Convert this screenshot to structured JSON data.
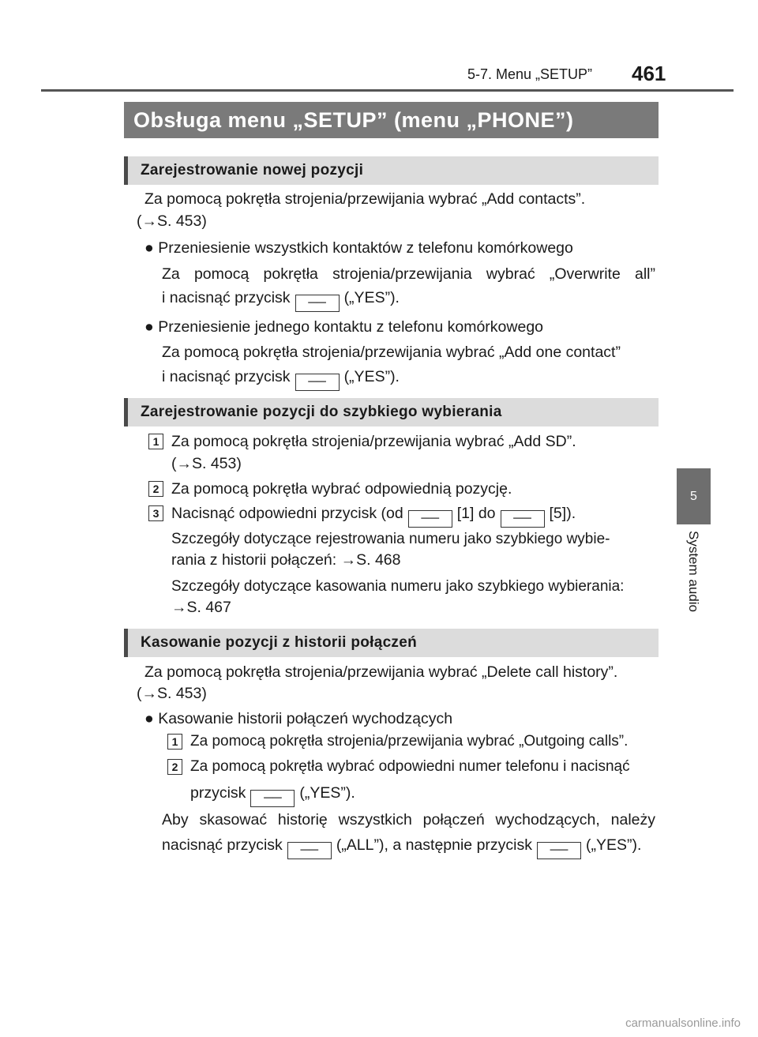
{
  "header": {
    "section": "5-7. Menu „SETUP”",
    "page_number": "461"
  },
  "title": "Obsługa menu „SETUP” (menu „PHONE”)",
  "side_tab": {
    "number": "5",
    "label": "System audio"
  },
  "button_symbol": "──",
  "sections": {
    "new_entry": {
      "heading": "Zarejestrowanie nowej pozycji",
      "intro": "Za pomocą pokrętła strojenia/przewijania wybrać „Add contacts”.",
      "ref": "(→S. 453)",
      "bullet1_title": "Przeniesienie wszystkich kontaktów z telefonu komórkowego",
      "bullet1_line1": "Za pomocą pokrętła strojenia/przewijania wybrać „Overwrite all”",
      "bullet1_line2a": "i nacisnąć przycisk",
      "bullet1_line2b": "(„YES”).",
      "bullet2_title": "Przeniesienie jednego kontaktu z telefonu komórkowego",
      "bullet2_line1": "Za pomocą pokrętła strojenia/przewijania wybrać „Add one contact”",
      "bullet2_line2a": "i nacisnąć przycisk",
      "bullet2_line2b": "(„YES”)."
    },
    "speed_dial": {
      "heading": "Zarejestrowanie pozycji do szybkiego wybierania",
      "step1": "Za pomocą pokrętła strojenia/przewijania wybrać „Add SD”.",
      "step1_ref": "(→S. 453)",
      "step2": "Za pomocą pokrętła wybrać odpowiednią pozycję.",
      "step3a": "Nacisnąć odpowiedni przycisk (od",
      "step3b": "[1] do",
      "step3c": "[5]).",
      "note1_line1": "Szczegóły dotyczące rejestrowania numeru jako szybkiego wybie-",
      "note1_line2": "rania z historii połączeń: →S. 468",
      "note2_line1": "Szczegóły dotyczące kasowania numeru jako szybkiego wybierania:",
      "note2_line2": "→S. 467"
    },
    "delete_history": {
      "heading": "Kasowanie pozycji z historii połączeń",
      "intro": "Za pomocą pokrętła strojenia/przewijania wybrać „Delete call history”.",
      "ref": "(→S. 453)",
      "bullet_title": "Kasowanie historii połączeń wychodzących",
      "step1": "Za pomocą pokrętła strojenia/przewijania wybrać „Outgoing calls”.",
      "step2_line1": "Za pomocą pokrętła wybrać odpowiedni numer telefonu i nacisnąć",
      "step2_line2a": "przycisk",
      "step2_line2b": "(„YES”).",
      "all_line1": "Aby skasować historię wszystkich połączeń wychodzących, należy",
      "all_line2a": "nacisnąć przycisk",
      "all_line2b": "(„ALL”), a następnie przycisk",
      "all_line2c": "(„YES”)."
    }
  },
  "step_numbers": [
    "1",
    "2",
    "3"
  ],
  "bullet_glyph": "●",
  "watermark": "carmanualsonline.info"
}
